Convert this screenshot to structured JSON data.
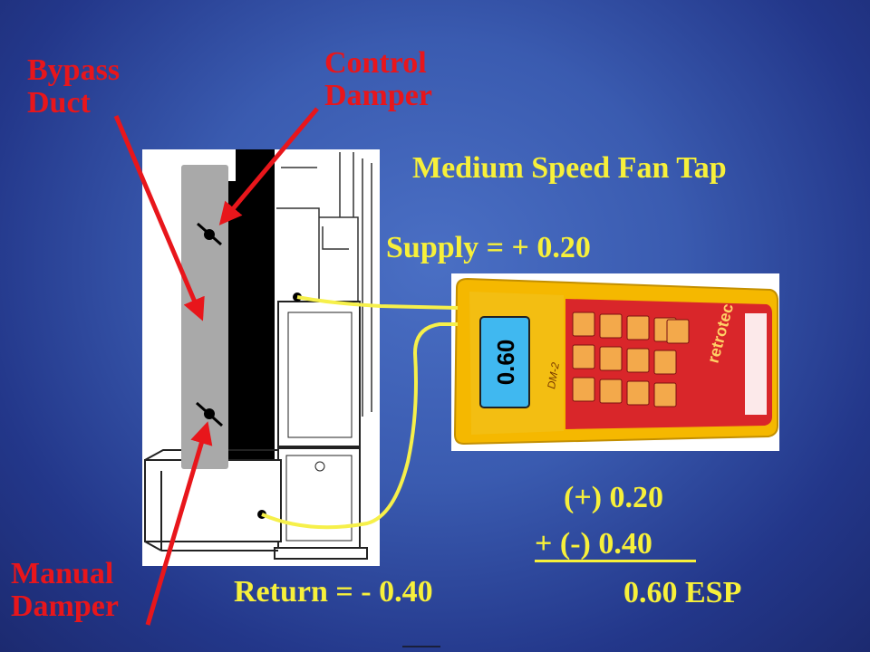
{
  "labels": {
    "bypass_duct_line1": "Bypass",
    "bypass_duct_line2": "Duct",
    "control_damper_line1": "Control",
    "control_damper_line2": "Damper",
    "manual_damper_line1": "Manual",
    "manual_damper_line2": "Damper",
    "fan_tap": "Medium Speed Fan Tap",
    "supply": "Supply = + 0.20",
    "return": "Return = - 0.40"
  },
  "calculation": {
    "line1": "(+) 0.20",
    "line2": "+  (-) 0.40",
    "result": "0.60 ESP"
  },
  "meter": {
    "display_value": "0.60",
    "brand": "retrotec",
    "model": "DM-2",
    "colors": {
      "body": "#f5b800",
      "face": "#d9262a",
      "screen": "#40b8f0"
    }
  },
  "colors": {
    "background": "#3a5bb0",
    "label_red": "#e8161b",
    "label_yellow": "#f7f03a",
    "tube_yellow": "#f6f04a"
  }
}
